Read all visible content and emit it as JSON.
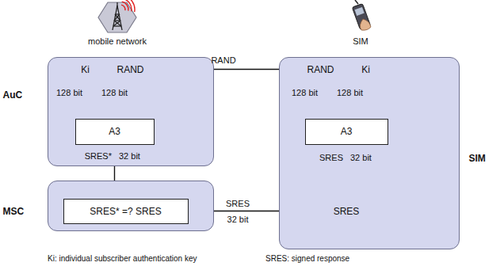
{
  "diagram": {
    "nodes": [
      {
        "text": [
          "AuC"
        ]
      },
      {
        "text": [
          "Ki"
        ],
        "in": 0
      },
      {
        "text": [
          "RAND"
        ],
        "in": 0
      },
      {
        "text": [
          "A3"
        ],
        "in": 0
      },
      {
        "text": [
          "MSC"
        ]
      },
      {
        "text": [
          "SRES* =? SRES"
        ],
        "in": 4
      },
      {
        "text": [
          "SIM"
        ]
      },
      {
        "text": [
          "RAND"
        ],
        "in": 6
      },
      {
        "text": [
          "Ki"
        ],
        "in": 6
      },
      {
        "text": [
          "A3"
        ],
        "in": 6
      },
      {
        "text": [
          "SRES"
        ],
        "in": 6
      }
    ],
    "edges": [
      {
        "from": 1,
        "to": 3,
        "arrow": "to",
        "label": "128 bit"
      },
      {
        "from": 2,
        "to": 3,
        "arrow": "to",
        "label": "128 bit"
      },
      {
        "from": 3,
        "to": 5,
        "arrow": "to",
        "label": "SRES*"
      },
      {
        "from": 2,
        "to": 7,
        "arrow": "to",
        "label": "RAND"
      },
      {
        "from": 7,
        "to": 9,
        "arrow": "to",
        "label": "128 bit"
      },
      {
        "from": 8,
        "to": 9,
        "arrow": "to",
        "label": "128 bit"
      },
      {
        "from": 9,
        "to": 10,
        "arrow": "to",
        "label": "32 bit"
      },
      {
        "from": 10,
        "to": 5,
        "arrow": "to",
        "label": "SRES"
      }
    ],
    "labels": [
      "mobile network",
      "SIM",
      "32 bit",
      "SRES",
      "32 bit",
      "Ki: individual subscriber authentication key",
      "SRES: signed response"
    ]
  }
}
